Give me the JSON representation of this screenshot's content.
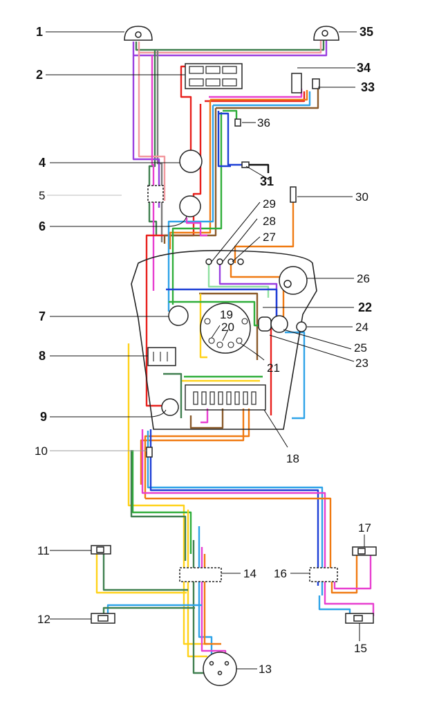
{
  "labels": {
    "l1": "1",
    "l2": "2",
    "l4": "4",
    "l5": "5",
    "l6": "6",
    "l7": "7",
    "l8": "8",
    "l9": "9",
    "l10": "10",
    "l11": "11",
    "l12": "12",
    "l13": "13",
    "l14": "14",
    "l15": "15",
    "l16": "16",
    "l17": "17",
    "l18": "18",
    "l19": "19",
    "l20": "20",
    "l21": "21",
    "l22": "22",
    "l23": "23",
    "l24": "24",
    "l25": "25",
    "l26": "26",
    "l27": "27",
    "l28": "28",
    "l29": "29",
    "l30": "30",
    "l31": "31",
    "l33": "33",
    "l34": "34",
    "l35": "35",
    "l36": "36"
  },
  "wire_colors": {
    "red": "#e8201c",
    "green": "#2fae3a",
    "darkgreen": "#3f7f4f",
    "blue": "#1d3fd6",
    "lightblue": "#2ea3e8",
    "yellow": "#ffd21a",
    "orange": "#f07a12",
    "magenta": "#e83fd0",
    "violet": "#9a3fe0",
    "brown": "#8a5a2a",
    "gray": "#7a7a7a",
    "pink": "#f29aa0",
    "black": "#111111"
  }
}
